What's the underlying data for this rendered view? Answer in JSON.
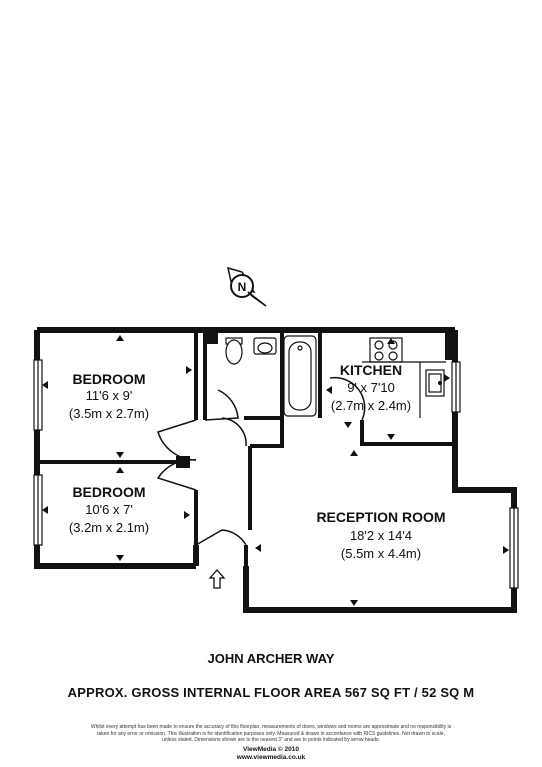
{
  "compass": {
    "letter": "N",
    "icon": "north-arrow-icon"
  },
  "rooms": {
    "bedroom1": {
      "name": "BEDROOM",
      "imperial": "11'6 x 9'",
      "metric": "(3.5m x 2.7m)"
    },
    "bedroom2": {
      "name": "BEDROOM",
      "imperial": "10'6 x 7'",
      "metric": "(3.2m x 2.1m)"
    },
    "kitchen": {
      "name": "KITCHEN",
      "imperial": "9' x 7'10",
      "metric": "(2.7m x 2.4m)"
    },
    "reception": {
      "name": "RECEPTION ROOM",
      "imperial": "18'2 x 14'4",
      "metric": "(5.5m x 4.4m)"
    }
  },
  "entrance_icon": "entrance-arrow-icon",
  "street": "JOHN ARCHER WAY",
  "area": "APPROX. GROSS INTERNAL FLOOR AREA 567 SQ FT / 52 SQ M",
  "disclaimer": "Whilst every attempt has been made to ensure the accuracy of this floorplan, measurements of doors, windows and rooms are approximate and no responsibility is taken for any error or omission. This illustration is for identification purposes only. Measured & drawn in accordance with RICS guidelines. Not drawn to scale, unless stated. Dimensions shown are to the nearest 3\" and are to points indicated by arrow heads.",
  "credit": "ViewMedia © 2010",
  "website": "www.viewmedia.co.uk",
  "colors": {
    "wall": "#111111",
    "background": "#ffffff"
  }
}
